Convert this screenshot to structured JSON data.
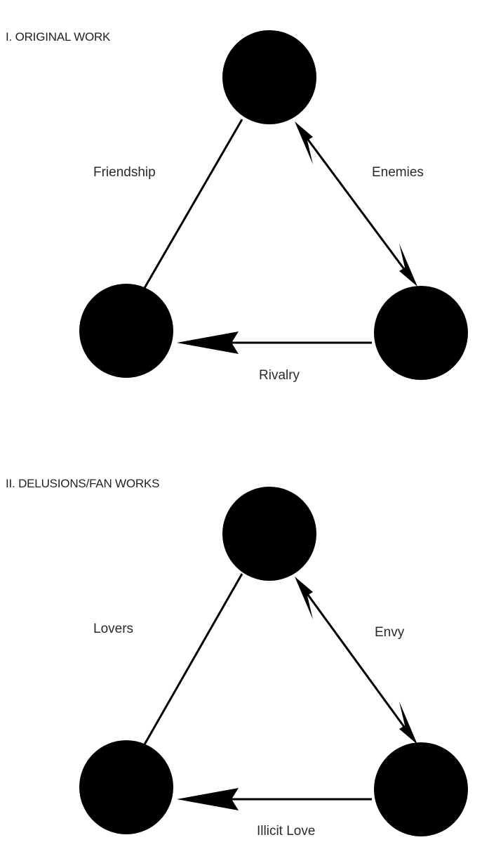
{
  "colors": {
    "background": "#ffffff",
    "node": "#000000",
    "edge": "#000000",
    "text": "#2a2a2a"
  },
  "diagrams": [
    {
      "title": "I. ORIGINAL WORK",
      "edges": [
        {
          "label": "Friendship",
          "from": "top",
          "to": "left",
          "arrows": "none"
        },
        {
          "label": "Enemies",
          "from": "top",
          "to": "right",
          "arrows": "both"
        },
        {
          "label": "Rivalry",
          "from": "right",
          "to": "left",
          "arrows": "end"
        }
      ]
    },
    {
      "title": "II. DELUSIONS/FAN WORKS",
      "edges": [
        {
          "label": "Lovers",
          "from": "top",
          "to": "left",
          "arrows": "none"
        },
        {
          "label": "Envy",
          "from": "top",
          "to": "right",
          "arrows": "both"
        },
        {
          "label": "Illicit Love",
          "from": "right",
          "to": "left",
          "arrows": "end"
        }
      ]
    }
  ]
}
